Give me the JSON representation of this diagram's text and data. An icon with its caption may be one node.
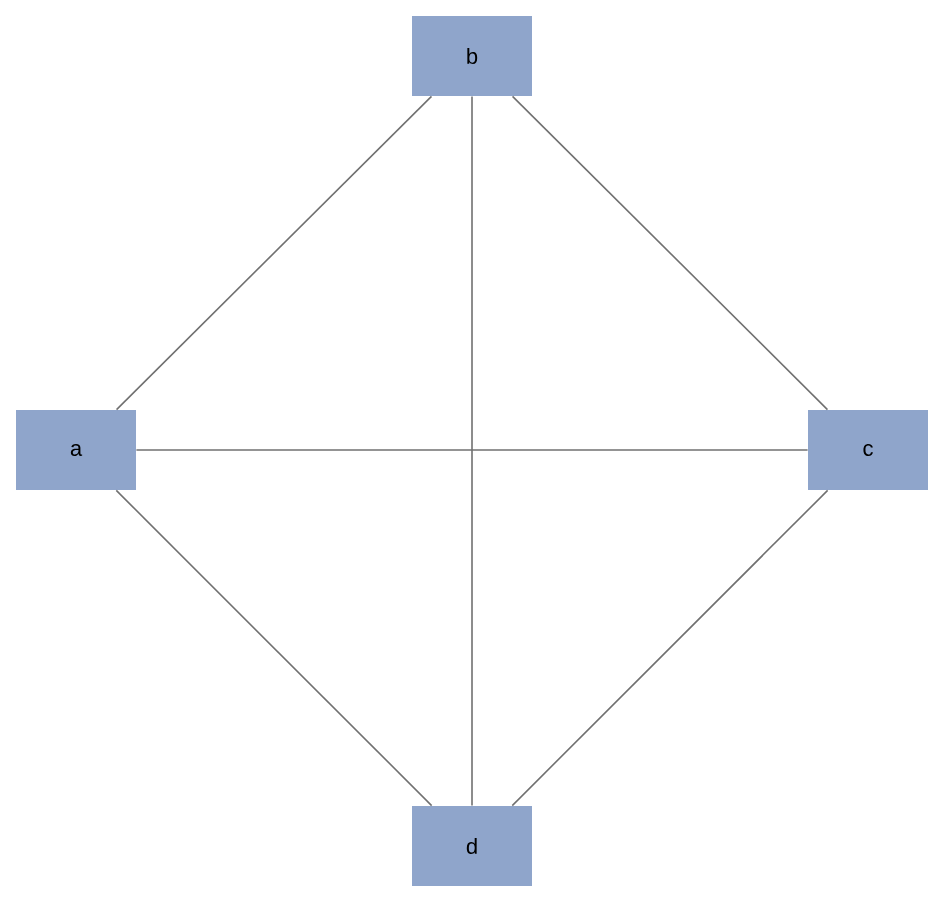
{
  "diagram": {
    "nodes": [
      {
        "text": [
          "a"
        ]
      },
      {
        "text": [
          "b"
        ]
      },
      {
        "text": [
          "c"
        ]
      },
      {
        "text": [
          "d"
        ]
      }
    ],
    "edges": [
      {
        "from": 0,
        "to": 1,
        "arrow": "none"
      },
      {
        "from": 1,
        "to": 2,
        "arrow": "none"
      },
      {
        "from": 2,
        "to": 3,
        "arrow": "none"
      },
      {
        "from": 3,
        "to": 0,
        "arrow": "none"
      },
      {
        "from": 0,
        "to": 2,
        "arrow": "none"
      },
      {
        "from": 1,
        "to": 3,
        "arrow": "none"
      }
    ]
  }
}
